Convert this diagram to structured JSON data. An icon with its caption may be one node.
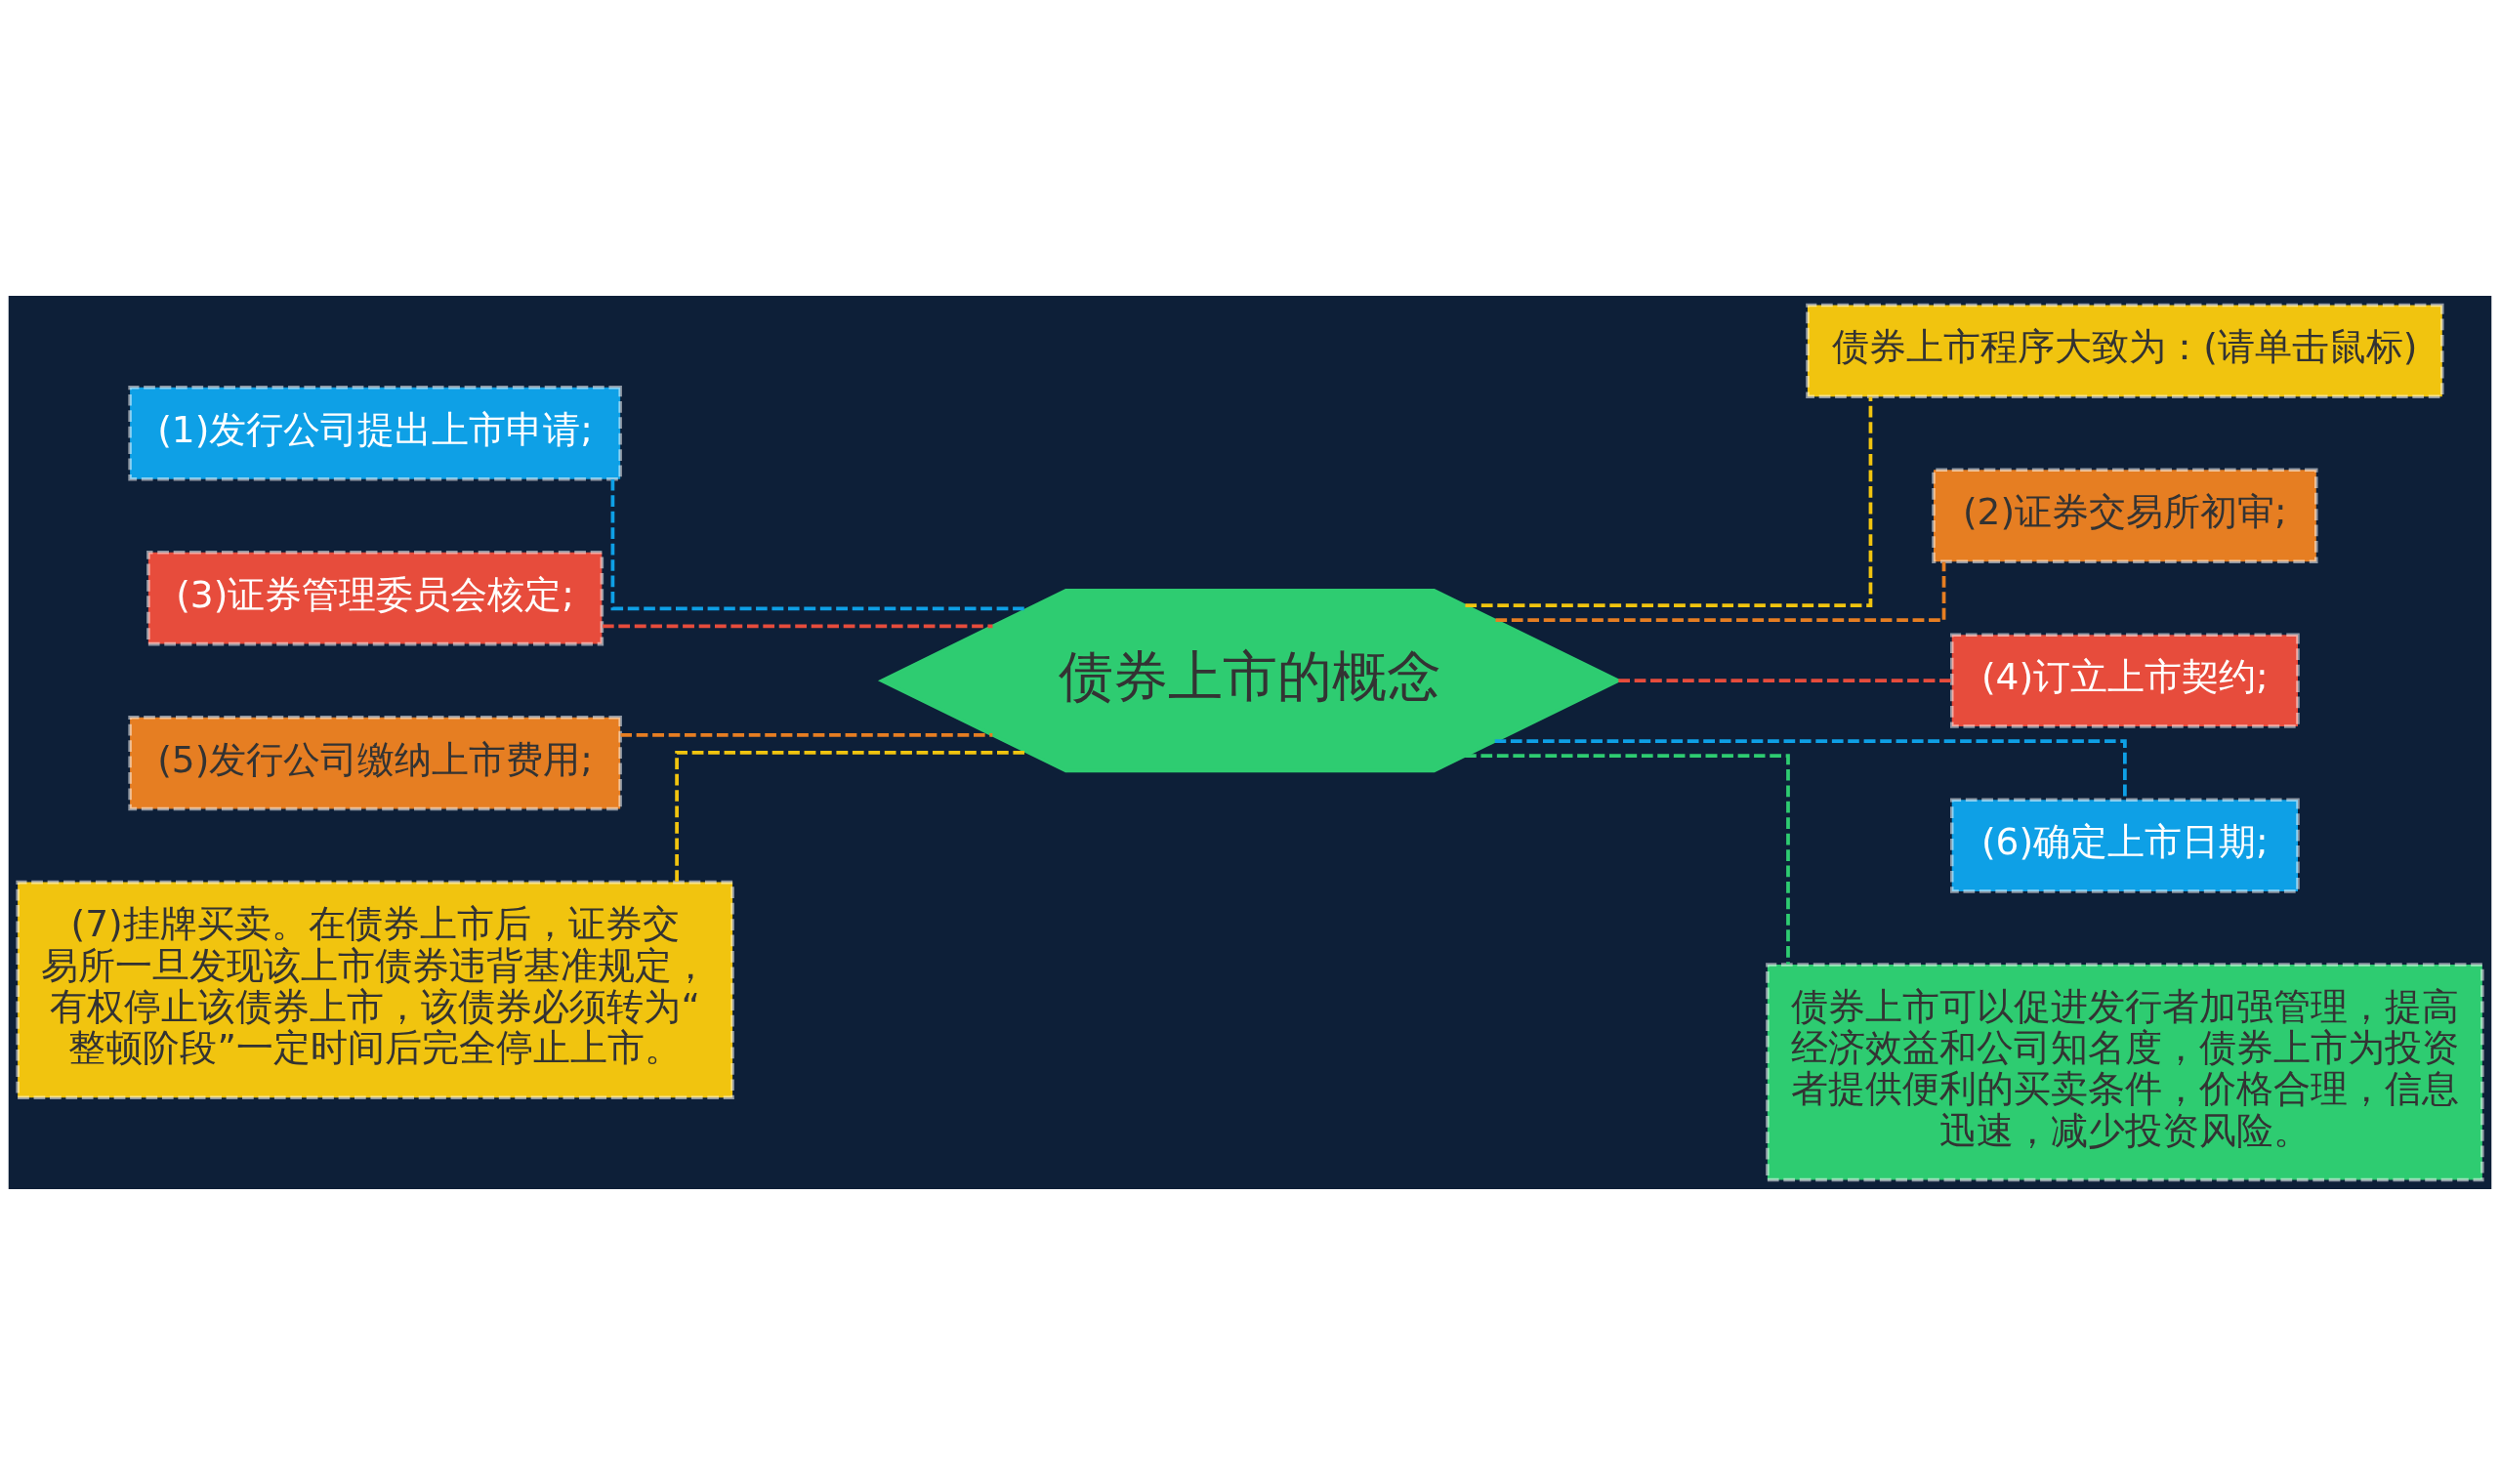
{
  "diagram": {
    "nodes": [
      {
        "text": [
          "债券上市的概念"
        ]
      },
      {
        "text": [
          "(1)发行公司提出上市申请;"
        ]
      },
      {
        "text": [
          "(3)证券管理委员会核定;"
        ]
      },
      {
        "text": [
          "(5)发行公司缴纳上市费用;"
        ]
      },
      {
        "text": [
          "(7)挂牌买卖。在债券上市后，证券交易所一旦发现该上市债券违背基准规定，有权停止该债券上市，该债券必须转为“整顿阶段”一定时间后完全停止上市。"
        ]
      },
      {
        "text": [
          "债券上市程序大致为：(请单击鼠标)"
        ]
      },
      {
        "text": [
          "(2)证券交易所初审;"
        ]
      },
      {
        "text": [
          "(4)订立上市契约;"
        ]
      },
      {
        "text": [
          "(6)确定上市日期;"
        ]
      },
      {
        "text": [
          "债券上市可以促进发行者加强管理，提高经济效益和公司知名度，债券上市为投资者提供便利的买卖条件，价格合理，信息迅速，减少投资风险。"
        ]
      }
    ],
    "edges": [
      {
        "from": 0,
        "to": 1,
        "arrow": "none",
        "style": "dashed",
        "color": "#0ea0e6"
      },
      {
        "from": 0,
        "to": 2,
        "arrow": "none",
        "style": "dashed",
        "color": "#e74c3c"
      },
      {
        "from": 0,
        "to": 3,
        "arrow": "none",
        "style": "dashed",
        "color": "#e67e22"
      },
      {
        "from": 0,
        "to": 4,
        "arrow": "none",
        "style": "dashed",
        "color": "#f1c40f"
      },
      {
        "from": 0,
        "to": 5,
        "arrow": "none",
        "style": "dashed",
        "color": "#f1c40f"
      },
      {
        "from": 0,
        "to": 6,
        "arrow": "none",
        "style": "dashed",
        "color": "#e67e22"
      },
      {
        "from": 0,
        "to": 7,
        "arrow": "none",
        "style": "dashed",
        "color": "#e74c3c"
      },
      {
        "from": 0,
        "to": 8,
        "arrow": "none",
        "style": "dashed",
        "color": "#0ea0e6"
      },
      {
        "from": 0,
        "to": 9,
        "arrow": "none",
        "style": "dashed",
        "color": "#2ecc71"
      }
    ]
  }
}
